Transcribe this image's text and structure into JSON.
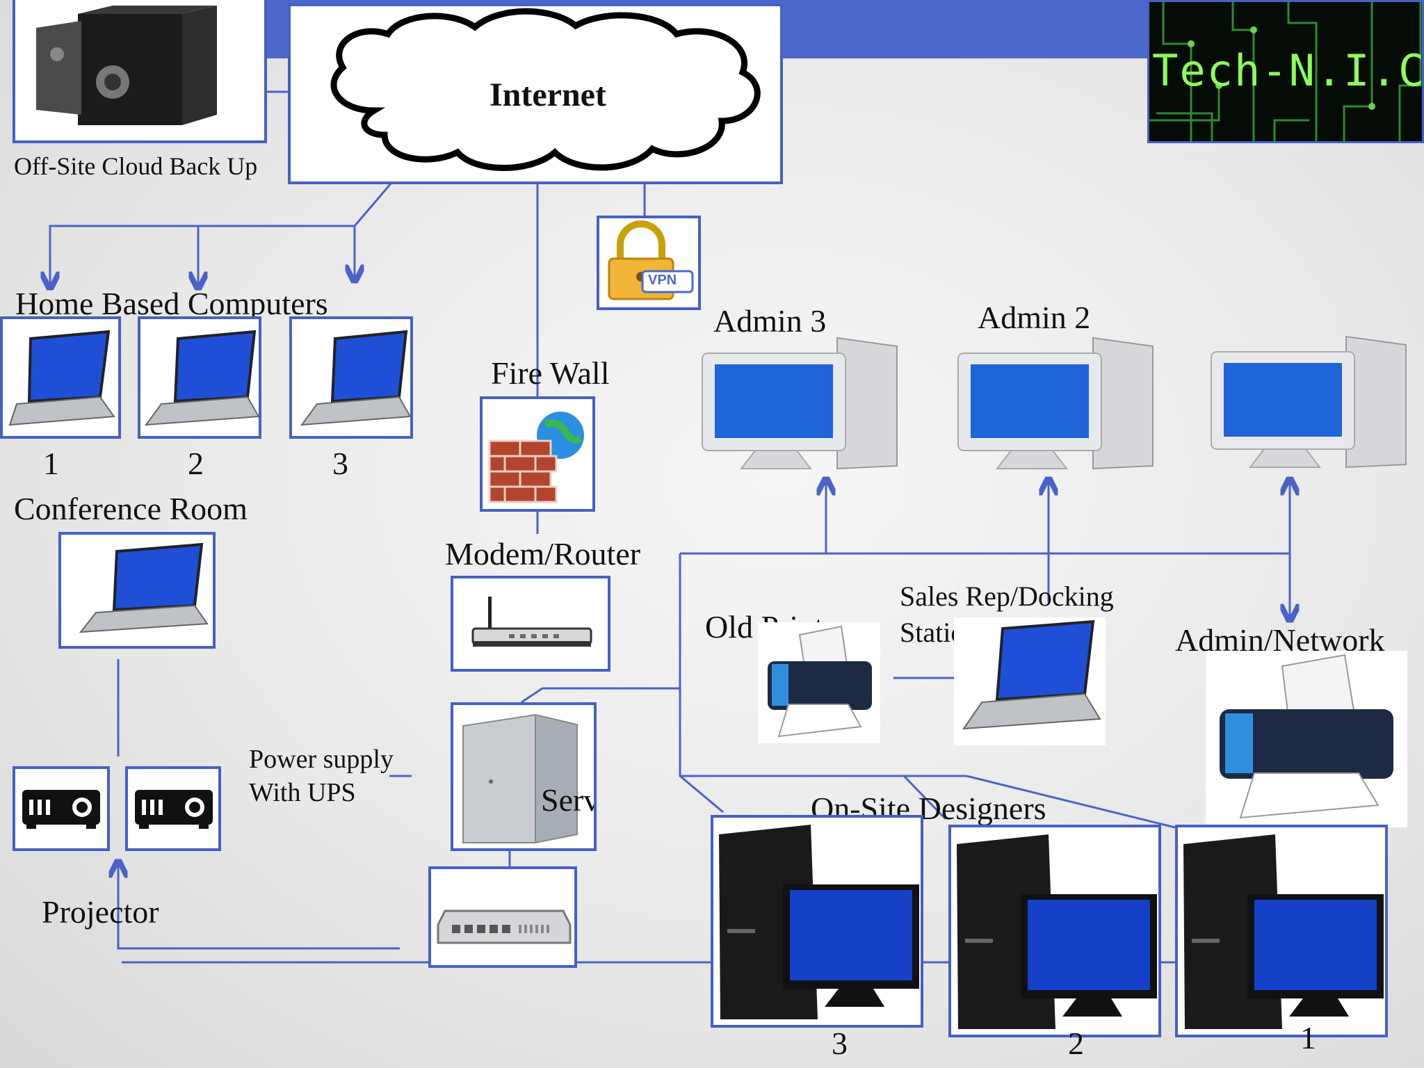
{
  "cloud": {
    "label": "Internet"
  },
  "backup": {
    "label": "Off-Site Cloud Back Up"
  },
  "logo": {
    "text": "Tech-N.I.C"
  },
  "vpn": {
    "badge": "VPN"
  },
  "home": {
    "title": "Home Based Computers",
    "items": [
      "1",
      "2",
      "3"
    ]
  },
  "conference": {
    "title": "Conference Room"
  },
  "firewall": {
    "label": "Fire Wall"
  },
  "modem": {
    "label": "Modem/Router"
  },
  "admins": {
    "admin3": "Admin 3",
    "admin2": "Admin 2"
  },
  "printer_old": {
    "label": "Old Printer"
  },
  "sales": {
    "line1": "Sales Rep/Docking",
    "line2": "Station"
  },
  "admin_network": {
    "label": "Admin/Network"
  },
  "power": {
    "line1": "Power supply",
    "line2": "With UPS"
  },
  "server": {
    "label": "Server"
  },
  "projector": {
    "label": "Projector"
  },
  "designers": {
    "title": "On-Site Designers",
    "items": [
      "3",
      "2",
      "1"
    ]
  },
  "colors": {
    "connector": "#4a63c8",
    "banner": "#4d68cc",
    "screen": "#1f4fd6"
  }
}
